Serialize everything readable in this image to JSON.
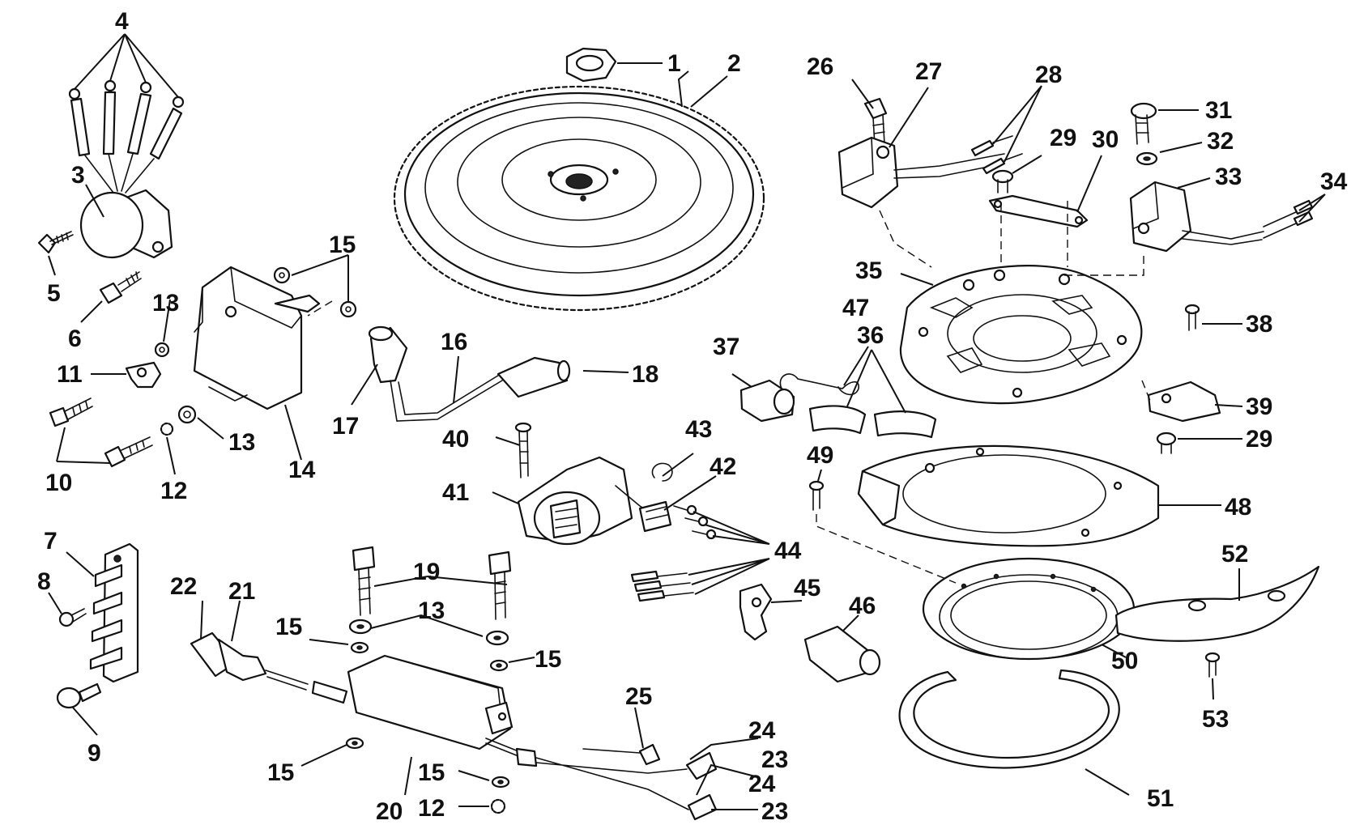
{
  "callouts": {
    "c1": "1",
    "c2": "2",
    "c3": "3",
    "c4": "4",
    "c5": "5",
    "c6": "6",
    "c7": "7",
    "c8": "8",
    "c9": "9",
    "c10": "10",
    "c11": "11",
    "c12a": "12",
    "c12b": "12",
    "c13a": "13",
    "c13b": "13",
    "c13c": "13",
    "c14": "14",
    "c15a": "15",
    "c15b": "15",
    "c15c": "15",
    "c15d": "15",
    "c15e": "15",
    "c16": "16",
    "c17": "17",
    "c18": "18",
    "c19": "19",
    "c20": "20",
    "c21": "21",
    "c22": "22",
    "c23a": "23",
    "c23b": "23",
    "c24a": "24",
    "c24b": "24",
    "c25": "25",
    "c26": "26",
    "c27": "27",
    "c28": "28",
    "c29a": "29",
    "c29b": "29",
    "c30": "30",
    "c31": "31",
    "c32": "32",
    "c33": "33",
    "c34": "34",
    "c35": "35",
    "c36": "36",
    "c37": "37",
    "c38": "38",
    "c39": "39",
    "c40": "40",
    "c41": "41",
    "c42": "42",
    "c43": "43",
    "c44": "44",
    "c45": "45",
    "c46": "46",
    "c47": "47",
    "c48": "48",
    "c49": "49",
    "c50": "50",
    "c51": "51",
    "c52": "52",
    "c53": "53"
  },
  "colors": {
    "line": "#111111",
    "background": "#ffffff"
  }
}
